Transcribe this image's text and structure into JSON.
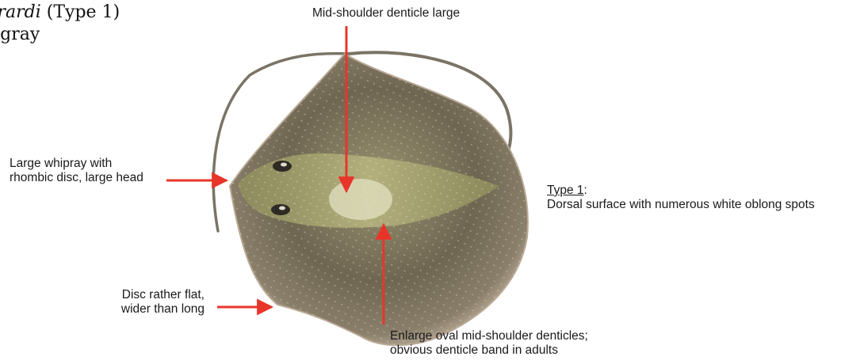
{
  "title": {
    "line1_italic": "rrardi",
    "line1_rest": " (Type 1)",
    "line2": "ngray"
  },
  "labels": {
    "mid_shoulder": "Mid-shoulder denticle large",
    "whipray_line1": "Large whipray with",
    "whipray_line2": "rhombic disc, large head",
    "disc_line1": "Disc rather flat,",
    "disc_line2": "wider than long",
    "denticles_line1": "Enlarge oval mid-shoulder denticles;",
    "denticles_line2": "obvious denticle band in adults"
  },
  "type_note": {
    "heading": "Type 1",
    "colon": ":",
    "description": "Dorsal surface with numerous white oblong spots"
  },
  "colors": {
    "arrow": "#e8352a",
    "disc_dark": "#5f5847",
    "disc_mid": "#8c8464",
    "disc_edge": "#c9b9a6",
    "spine_green": "#a7a66c"
  }
}
